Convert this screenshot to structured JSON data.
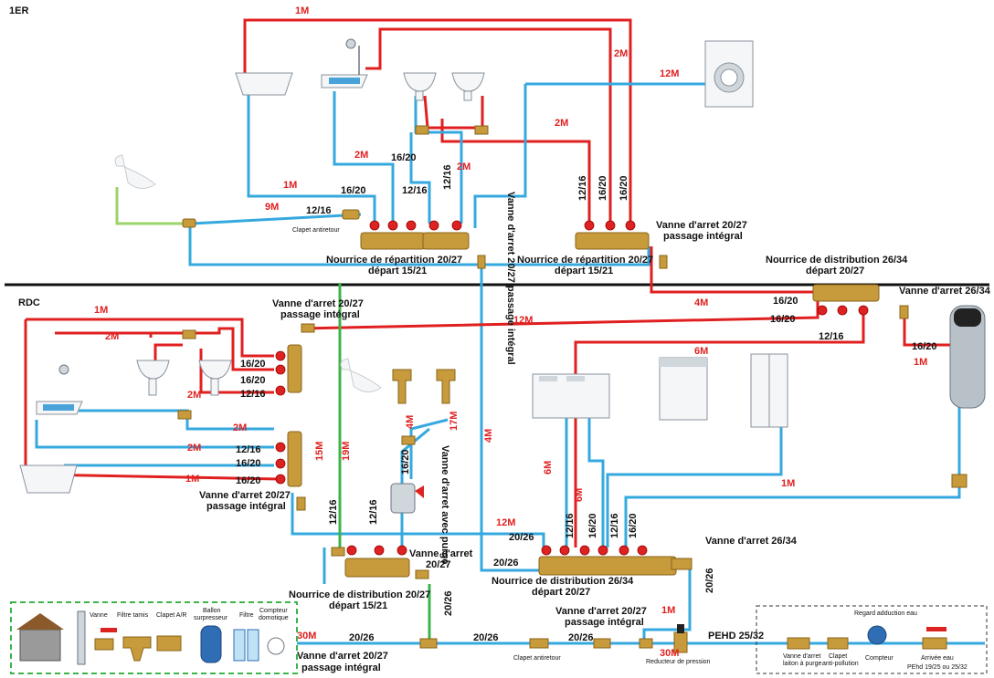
{
  "levels": {
    "upper": "1ER",
    "ground": "RDC"
  },
  "manifolds": {
    "rep1_title": "Nourrice de répartition 20/27",
    "rep1_sub": "départ 15/21",
    "rep2_title": "Nourrice de répartition 20/27",
    "rep2_sub": "départ 15/21",
    "dist_up_title": "Nourrice de distribution 26/34",
    "dist_up_sub": "départ 20/27",
    "dist_rdc_title": "Nourrice de distribution 26/34",
    "dist_rdc_sub": "départ 20/27",
    "dist_small_title": "Nourrice de distribution 20/27",
    "dist_small_sub": "départ 15/21"
  },
  "valves": {
    "v_up_right_1": "Vanne d'arret 20/27",
    "v_up_right_2": "passage intégral",
    "v_up_vertical": "Vanne d'arret 20/27 passage intégral",
    "v_rdc_top_1": "Vanne d'arret 20/27",
    "v_rdc_top_2": "passage intégral",
    "v_rdc_mid_1": "Vanne d'arret 20/27",
    "v_rdc_mid_2": "passage intégral",
    "v_2634_a": "Vanne d'arret 26/34",
    "v_2634_b": "Vanne d'arret 26/34",
    "v_2027_small_1": "Vanne d'arret",
    "v_2027_small_2": "20/27",
    "v_bottom_mid_1": "Vanne d'arret 20/27",
    "v_bottom_mid_2": "passage intégral",
    "v_bottom_left_1": "Vanne d'arret 20/27",
    "v_bottom_left_2": "passage intégral",
    "v_purge": "Vanne d'arret avec purge",
    "clapet_1": "Clapet antiretour",
    "clapet_2": "Clapet antiretour",
    "reducteur": "Reducteur de pression"
  },
  "lengths": {
    "l1M_top": "1M",
    "l2M_v1": "2M",
    "l12M": "12M",
    "l2M_mid": "2M",
    "l2M_v2": "2M",
    "l2M_vert": "2M",
    "l1M_up": "1M",
    "l9M": "9M",
    "l4M_up": "4M",
    "l1M_rdc": "1M",
    "l2M_rdc_a": "2M",
    "l12M_rdc": "12M",
    "l2M_rdc_b": "2M",
    "l2M_rdc_c": "2M",
    "l2M_rdc_d": "2M",
    "l1M_rdc_bath": "1M",
    "l6M": "6M",
    "l1M_right": "1M",
    "l1M_boiler": "1M",
    "l15M": "15M",
    "l19M": "19M",
    "l4M_vert": "4M",
    "l4M_tap": "4M",
    "l17M": "17M",
    "l6M_a": "6M",
    "l6M_b": "6M",
    "l12M_b": "12M",
    "l30M_a": "30M",
    "l30M_b": "30M",
    "l1M_b": "1M"
  },
  "diameters": {
    "d1620_a": "16/20",
    "d1216_a": "12/16",
    "d1620_b": "16/20",
    "d1216_b": "12/16",
    "d1216_c": "12/16",
    "d1620_c": "16/20",
    "d1620_d": "16/20",
    "d1620_e": "16/20",
    "d1620_f": "16/20",
    "d1216_e": "12/16",
    "d1620_g": "16/20",
    "d1620_h": "16/20",
    "d1216_h": "12/16",
    "d1216_i": "12/16",
    "d1620_i": "16/20",
    "d1216_j": "12/16",
    "d1620_j": "16/20",
    "d1216_k": "12/16",
    "d1620_k": "16/20",
    "d1620_l": "16/20",
    "d2026_a": "20/26",
    "d2026_b": "20/26",
    "d2026_c": "20/26",
    "d2026_d": "20/26",
    "d2026_e": "20/26",
    "d2026_f": "20/26",
    "d2026_g": "20/26",
    "d1216_v1": "12/16",
    "d1216_v2": "12/16",
    "d1620_v": "16/20",
    "pehd": "PEHD 25/32"
  },
  "legend_left": {
    "vanne": "Vanne",
    "filtre_tamis": "Filtre tamis",
    "clapet_ar": "Clapet A/R",
    "ballon_1": "Ballon",
    "ballon_2": "surpresseur",
    "filtre": "Filtre",
    "compteur_1": "Compteur",
    "compteur_2": "domotique"
  },
  "legend_right": {
    "title": "Regard adduction eau",
    "vanne_1": "Vanne d'arret",
    "vanne_2": "laiton à purge",
    "clapet_1": "Clapet",
    "clapet_2": "anti-pollution",
    "compteur": "Compteur",
    "arrivee_1": "Arrivée eau",
    "arrivee_2": "PEhd 19/25 ou 25/32"
  },
  "colors": {
    "hot": "#e02020",
    "cold": "#35a9df",
    "green": "#3cb44a",
    "brass": "#c79a3c"
  }
}
